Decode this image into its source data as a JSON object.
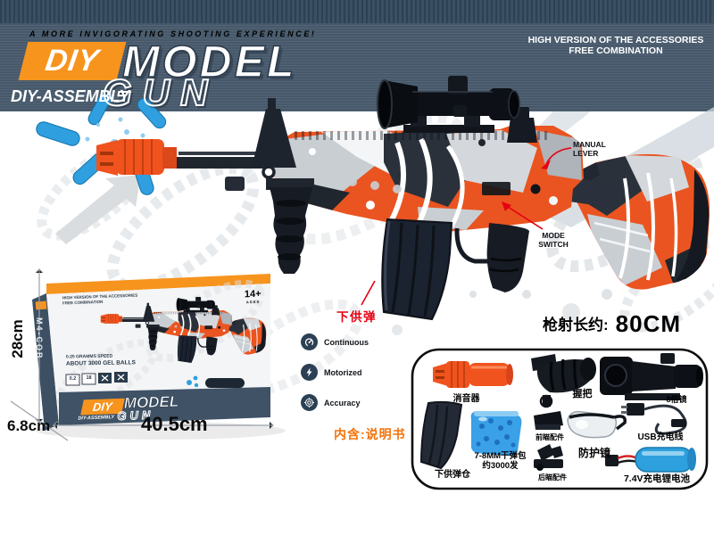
{
  "header": {
    "tagline": "A MORE INVIGORATING SHOOTING EXPERIENCE!",
    "title_diy": "DIY",
    "title_model": "MODEL",
    "title_gun": "GUN",
    "subtitle": "DIY-ASSEMBLY",
    "right_note_line1": "HIGH VERSION OF THE ACCESSORIES",
    "right_note_line2": "FREE COMBINATION"
  },
  "callouts": {
    "manual_lever_line1": "MANUAL",
    "manual_lever_line2": "LEVER",
    "mode_switch_line1": "MODE",
    "mode_switch_line2": "SWITCH",
    "bottom_feed": "下供弹"
  },
  "length": {
    "label": "枪射长约:",
    "value": "80CM"
  },
  "includes_note": "内含:说明书",
  "features": [
    {
      "icon": "gauge-icon",
      "label": "Continuous"
    },
    {
      "icon": "bolt-icon",
      "label": "Motorized"
    },
    {
      "icon": "target-icon",
      "label": "Accuracy"
    }
  ],
  "accessories": [
    {
      "label": "消音器"
    },
    {
      "label": "握把"
    },
    {
      "label": "8倍镜"
    },
    {
      "label": "下供弹仓"
    },
    {
      "label": "7-8MM干弹包",
      "label2": "约3000发"
    },
    {
      "label": "前瞄配件"
    },
    {
      "label": "后瞄配件"
    },
    {
      "label": "防护镜"
    },
    {
      "label": "USB充电线"
    },
    {
      "label": "7.4V充电锂电池"
    }
  ],
  "box": {
    "top_note_line1": "HIGH VERSION OF THE ACCESSORIES",
    "top_note_line2": "FREE COMBINATION",
    "age": "14+",
    "age_sub": "AGES",
    "side_model": "M4-CQB",
    "spec_line1": "0.25 GRAMMS SPEED",
    "spec_line2": "ABOUT 3000 GEL BALLS",
    "badge1": "0.2",
    "badge2": "18",
    "logo": {
      "diy": "DIY",
      "model": "MODEL",
      "gun": "GUN",
      "sub": "DIY-ASSEMBLY"
    },
    "dim_height": "28cm",
    "dim_depth": "6.8cm",
    "dim_width": "40.5cm"
  },
  "colors": {
    "header_band": "#4A5D70",
    "brand_orange": "#F7941E",
    "callout_red": "#E60012",
    "camo_orange": "#EA5420",
    "silencer_orange": "#F1531F",
    "gel_blue": "#2F9FE0",
    "battery_blue": "#2DA0DD",
    "note_orange": "#F4730C"
  }
}
